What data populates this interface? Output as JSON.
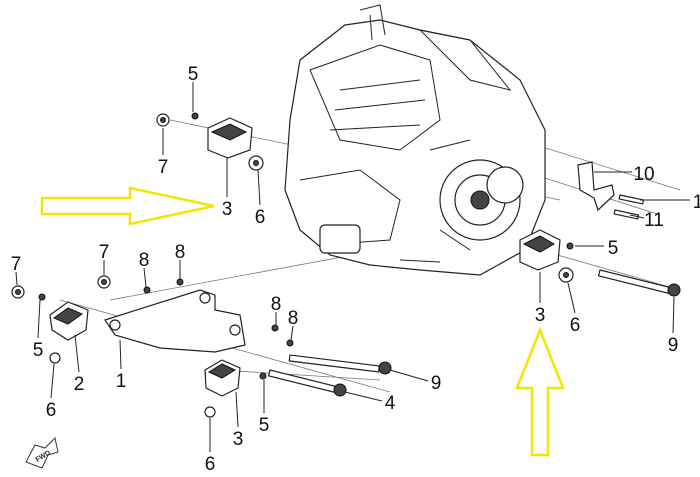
{
  "diagram": {
    "callouts": [
      "5",
      "7",
      "3",
      "6",
      "10",
      "1",
      "11",
      "5",
      "7",
      "7",
      "8",
      "8",
      "8",
      "8",
      "5",
      "2",
      "1",
      "6",
      "9",
      "4",
      "3",
      "5",
      "6",
      "3",
      "6",
      "9"
    ],
    "fwd_label": "FWD",
    "colors": {
      "highlight_arrow": "#f2e600",
      "line": "#222222"
    }
  }
}
